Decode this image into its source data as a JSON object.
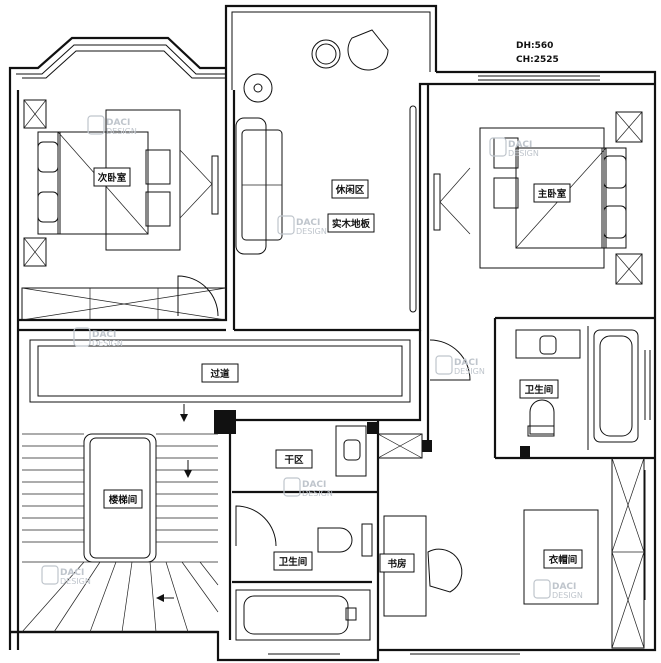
{
  "header": {
    "dh": "DH:560",
    "ch": "CH:2525"
  },
  "rooms": {
    "bedroom2": "次卧室",
    "leisure": "休闲区",
    "wood_floor": "实木地板",
    "master": "主卧室",
    "corridor": "过道",
    "dry_zone": "干区",
    "bath_master": "卫生间",
    "stair": "楼梯间",
    "bath": "卫生间",
    "study": "书房",
    "cloak": "衣帽间"
  },
  "watermark": {
    "brand": "DACI",
    "sub": "DESIGN",
    "cn": "大慈設計"
  }
}
